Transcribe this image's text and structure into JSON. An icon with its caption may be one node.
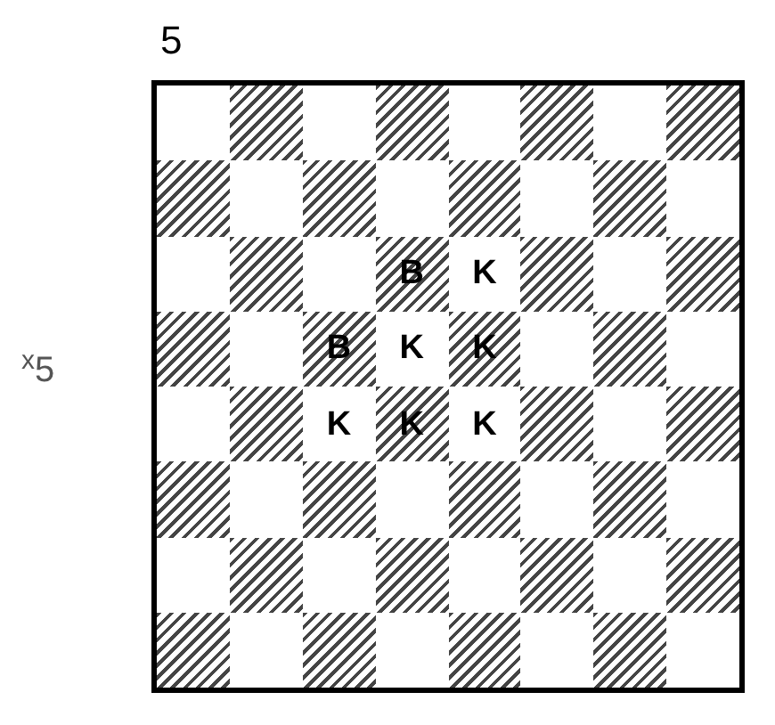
{
  "diagram": {
    "labels": [
      "5",
      "$^{x}$5",
      "B",
      "K",
      "B",
      "K",
      "K",
      "K",
      "K",
      "K"
    ]
  }
}
